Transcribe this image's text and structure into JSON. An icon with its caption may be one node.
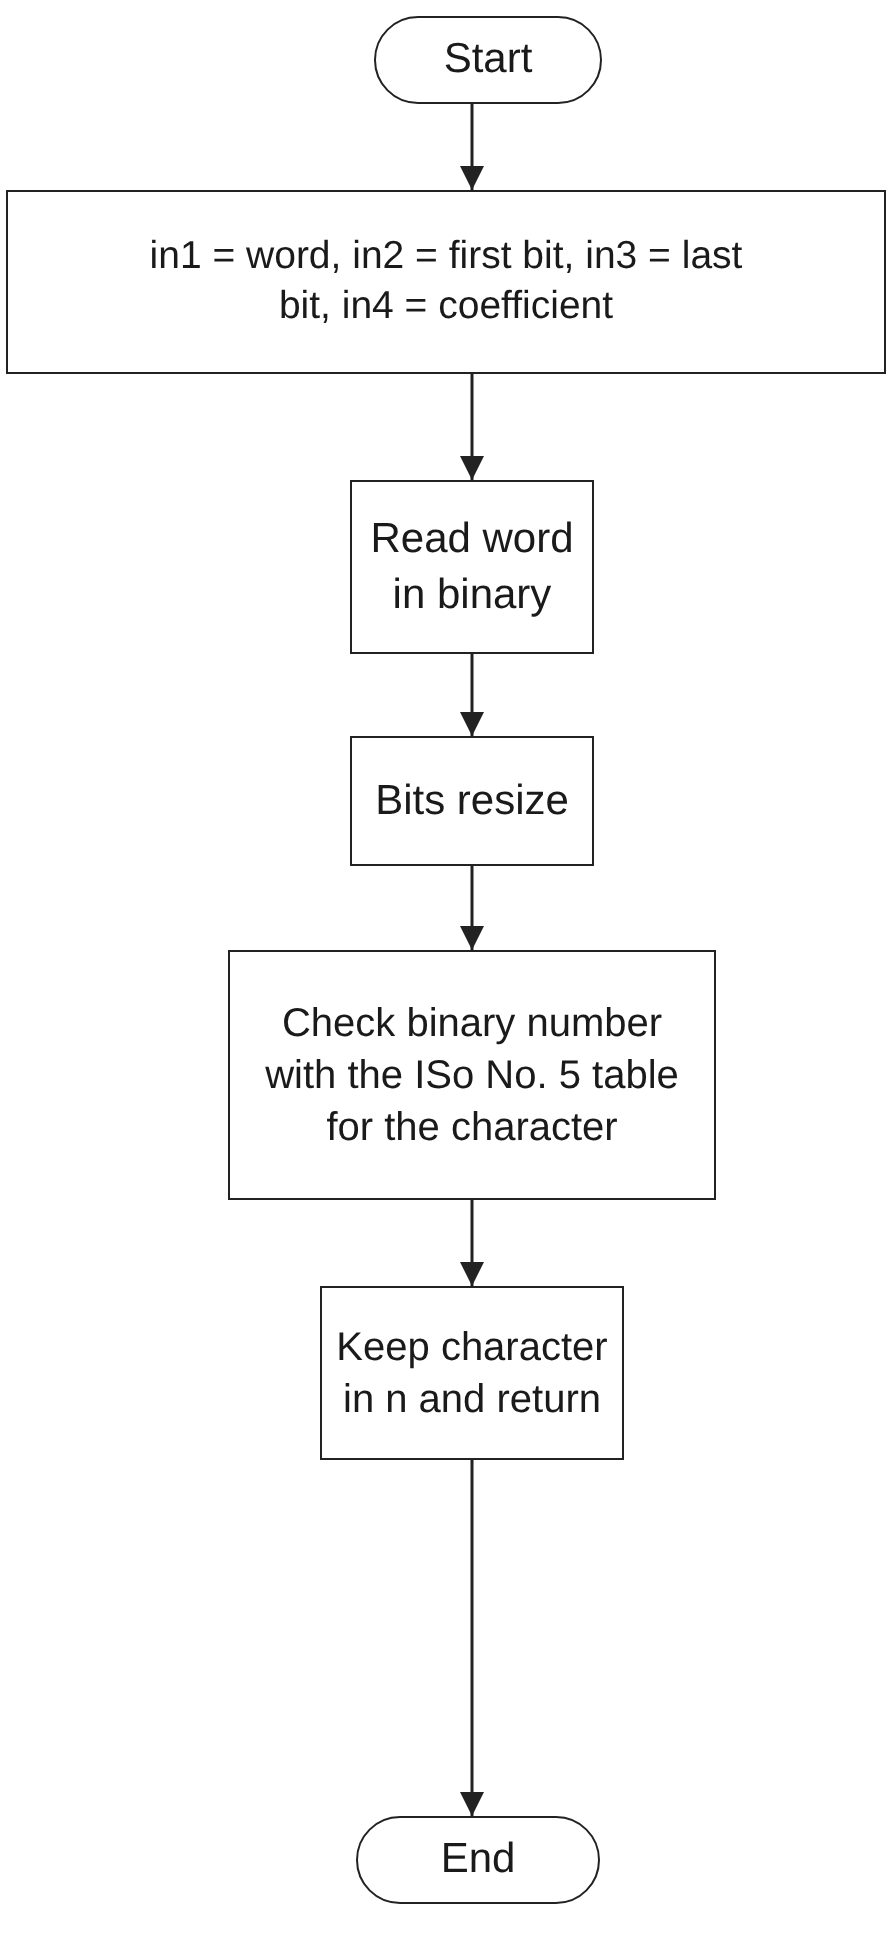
{
  "diagram": {
    "nodes": [
      {
        "text": [
          "Start"
        ]
      },
      {
        "text": [
          "in1 = word, in2 = first bit, in3 = last bit, in4 = coefficient"
        ]
      },
      {
        "text": [
          "Read word in binary"
        ]
      },
      {
        "text": [
          "Bits resize"
        ]
      },
      {
        "text": [
          "Check binary number with the ISo No. 5 table for the character"
        ]
      },
      {
        "text": [
          "Keep character in n and return"
        ]
      },
      {
        "text": [
          "End"
        ]
      }
    ],
    "edges": [
      {
        "from": 0,
        "to": 1,
        "arrow": "to"
      },
      {
        "from": 1,
        "to": 2,
        "arrow": "to"
      },
      {
        "from": 2,
        "to": 3,
        "arrow": "to"
      },
      {
        "from": 3,
        "to": 4,
        "arrow": "to"
      },
      {
        "from": 4,
        "to": 5,
        "arrow": "to"
      },
      {
        "from": 5,
        "to": 6,
        "arrow": "to"
      }
    ]
  }
}
